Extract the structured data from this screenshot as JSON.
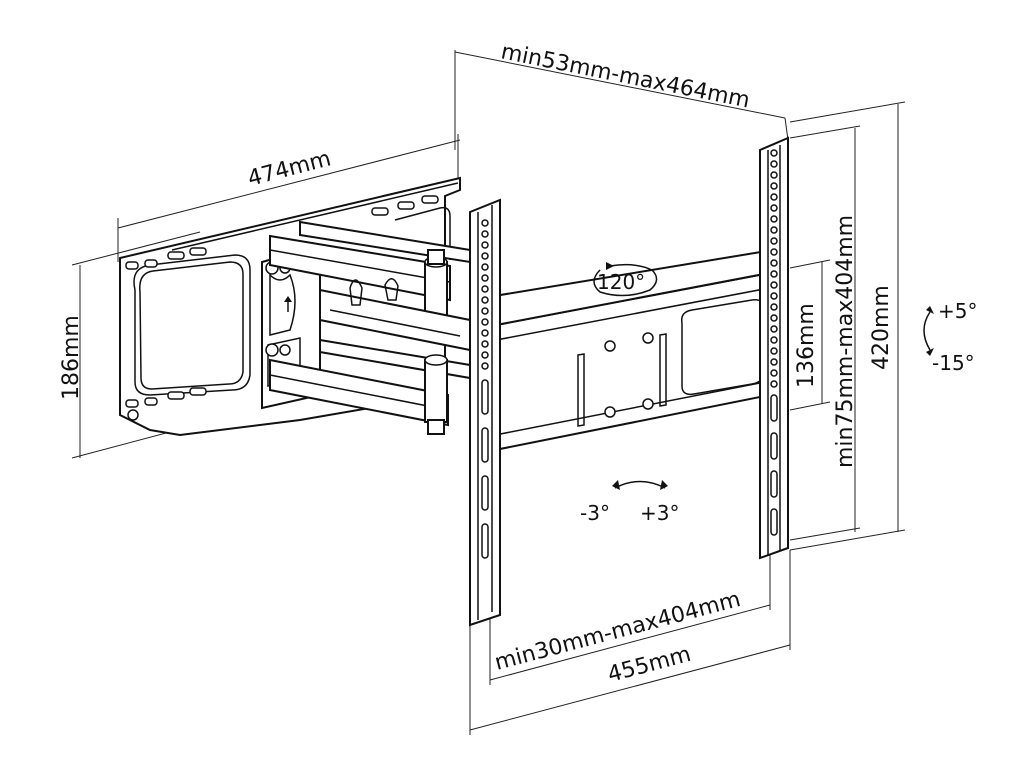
{
  "colors": {
    "line": "#111111",
    "background": "#ffffff"
  },
  "dimensions": {
    "top_span": "min53mm-max464mm",
    "arm_length": "474mm",
    "wall_plate_height": "186mm",
    "inner_height": "136mm",
    "vertical_span": "min75mm-max404mm",
    "total_height": "420mm",
    "horizontal_span": "min30mm-max404mm",
    "total_width": "455mm"
  },
  "angles": {
    "swivel": "120°",
    "tilt_up": "+5°",
    "tilt_down": "-15°",
    "level_minus": "-3°",
    "level_plus": "+3°"
  }
}
